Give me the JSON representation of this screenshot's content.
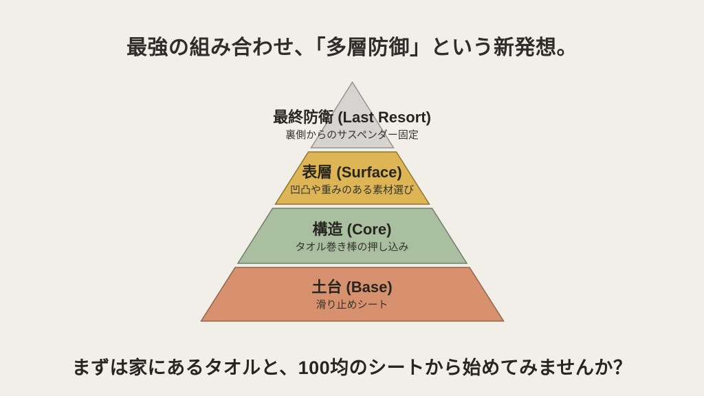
{
  "slide": {
    "title": "最強の組み合わせ、「多層防御」という新発想。",
    "footer": "まずは家にあるタオルと、100均のシートから始めてみませんか？",
    "background_color": "#f2efe8",
    "title_color": "#2e2d2a"
  },
  "pyramid": {
    "description": "four-layer defense pyramid, top to bottom",
    "layers": [
      {
        "id": "last-resort",
        "label": "最終防衛 (Last Resort)",
        "sublabel": "裏側からのサスペンダー固定",
        "fill": "#d6d4d1",
        "stroke": "#95938e"
      },
      {
        "id": "surface",
        "label": "表層 (Surface)",
        "sublabel": "凹凸や重みのある素材選び",
        "fill": "#ddb554",
        "stroke": "#8c7532"
      },
      {
        "id": "core",
        "label": "構造 (Core)",
        "sublabel": "タオル巻き棒の押し込み",
        "fill": "#a9bfa0",
        "stroke": "#707e6a"
      },
      {
        "id": "base",
        "label": "土台 (Base)",
        "sublabel": "滑り止めシート",
        "fill": "#d7916e",
        "stroke": "#91644c"
      }
    ]
  }
}
